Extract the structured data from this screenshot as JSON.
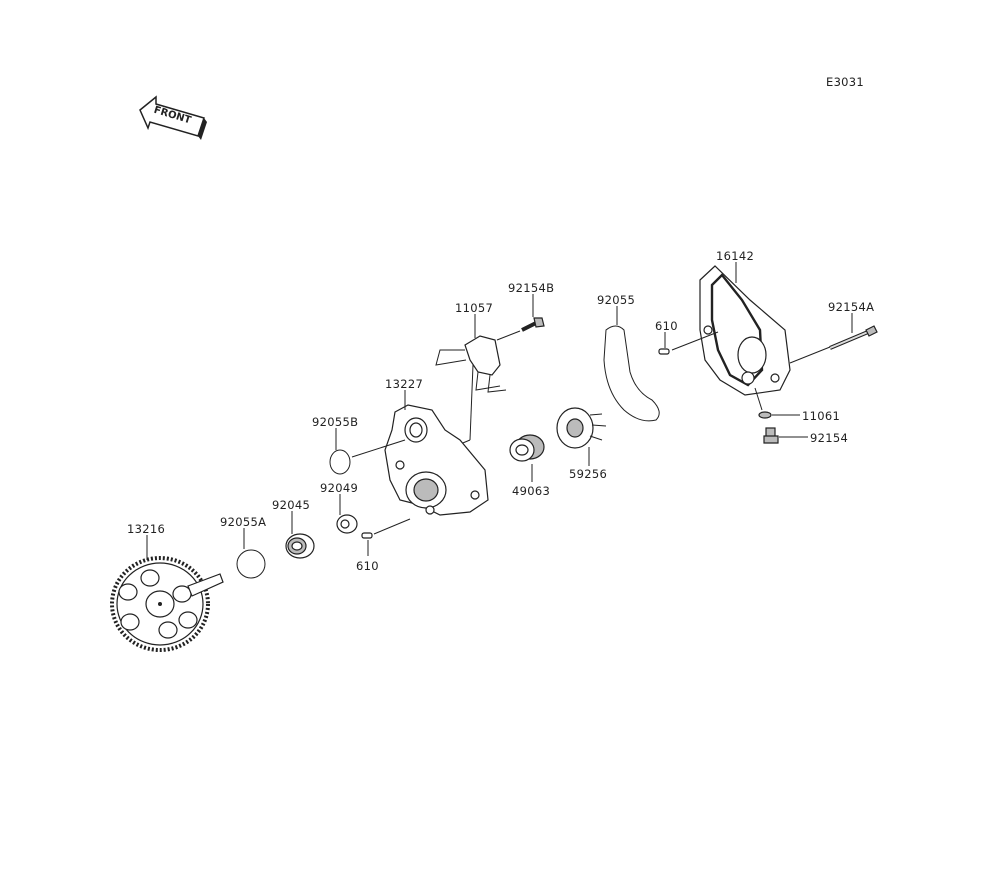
{
  "diagram_id": "E3031",
  "front_label": "FRONT",
  "parts": {
    "p16142": "16142",
    "p92154B": "92154B",
    "p92055": "92055",
    "p11057": "11057",
    "p610_top": "610",
    "p92154A": "92154A",
    "p13227": "13227",
    "p92055B": "92055B",
    "p11061": "11061",
    "p92154": "92154",
    "p92049": "92049",
    "p49063": "49063",
    "p59256": "59256",
    "p13216": "13216",
    "p92055A": "92055A",
    "p92045": "92045",
    "p610_bottom": "610"
  }
}
